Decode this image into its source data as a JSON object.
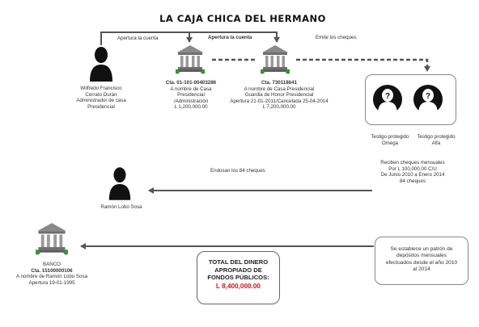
{
  "title": "LA CAJA CHICA DEL HERMANO",
  "connections": {
    "apertura_1": "Apertura la cuenta",
    "apertura_2": "Apertura la cuenta",
    "emite": "Emite los cheques",
    "endosan": "Endosan los 84 cheques"
  },
  "wilfredo": {
    "lines": [
      "Wilfredo Francisco",
      "Cerrato Durán",
      "Administrador de casa",
      "Presidencial"
    ]
  },
  "account_1": {
    "number": "Cta. 01-101-00403286",
    "lines": [
      "A nombre de Casa",
      "Presidencial",
      "/Administración",
      "L 1,200,000.00"
    ]
  },
  "account_2": {
    "number": "Cta. 730118641",
    "lines": [
      "A nombre de Casa Presidencial",
      "Guardia de Honor Presidencial",
      "Apertura 21-01-2011/Cancelada 25-04-2014",
      "L 7,200,000.00"
    ]
  },
  "witnesses": {
    "omega": [
      "Testigo protegido",
      "Omega"
    ],
    "alfa": [
      "Testigo protegido",
      "Alfa"
    ],
    "receive": [
      "Reciben cheques mensuales",
      "Por L 100,000.00  C/U",
      "De Junio 2010  a  Enero 2014",
      "84 cheques"
    ]
  },
  "ramon": {
    "name": "Ramón Lobo Sosa"
  },
  "bank": {
    "label": "BANCO",
    "account": "Cta. 15100000106",
    "lines": [
      "A nombre de Ramón Lobo Sosa",
      "Apertura 19-01-1995"
    ]
  },
  "total": {
    "label": [
      "TOTAL DEL DINERO",
      "APROPIADO DE",
      "FONDOS PÚBLICOS:"
    ],
    "value": "L 8,400,000.00"
  },
  "pattern_note": [
    "Se establece un patrón de",
    "depósitos mensuales",
    "efectuados desde el año 2010",
    "al  2014"
  ],
  "colors": {
    "line": "#555555",
    "total_value": "#d4141c",
    "bank_gray": "#8a8a8a",
    "bank_green": "#2f9a2f"
  }
}
